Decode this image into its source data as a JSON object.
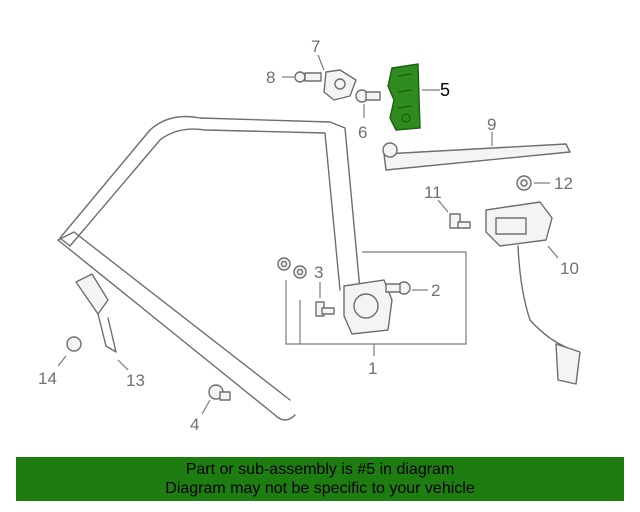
{
  "callouts": {
    "c1": "1",
    "c2": "2",
    "c3": "3",
    "c4": "4",
    "c5": "5",
    "c6": "6",
    "c7": "7",
    "c8": "8",
    "c9": "9",
    "c10": "10",
    "c11": "11",
    "c12": "12",
    "c13": "13",
    "c14": "14"
  },
  "highlight": {
    "part_number": "5",
    "color": "#2e8b1e"
  },
  "banner": {
    "line1": "Part or sub-assembly is #5 in diagram",
    "line2": "Diagram may not be specific to your vehicle",
    "color": "#1e7d10"
  }
}
